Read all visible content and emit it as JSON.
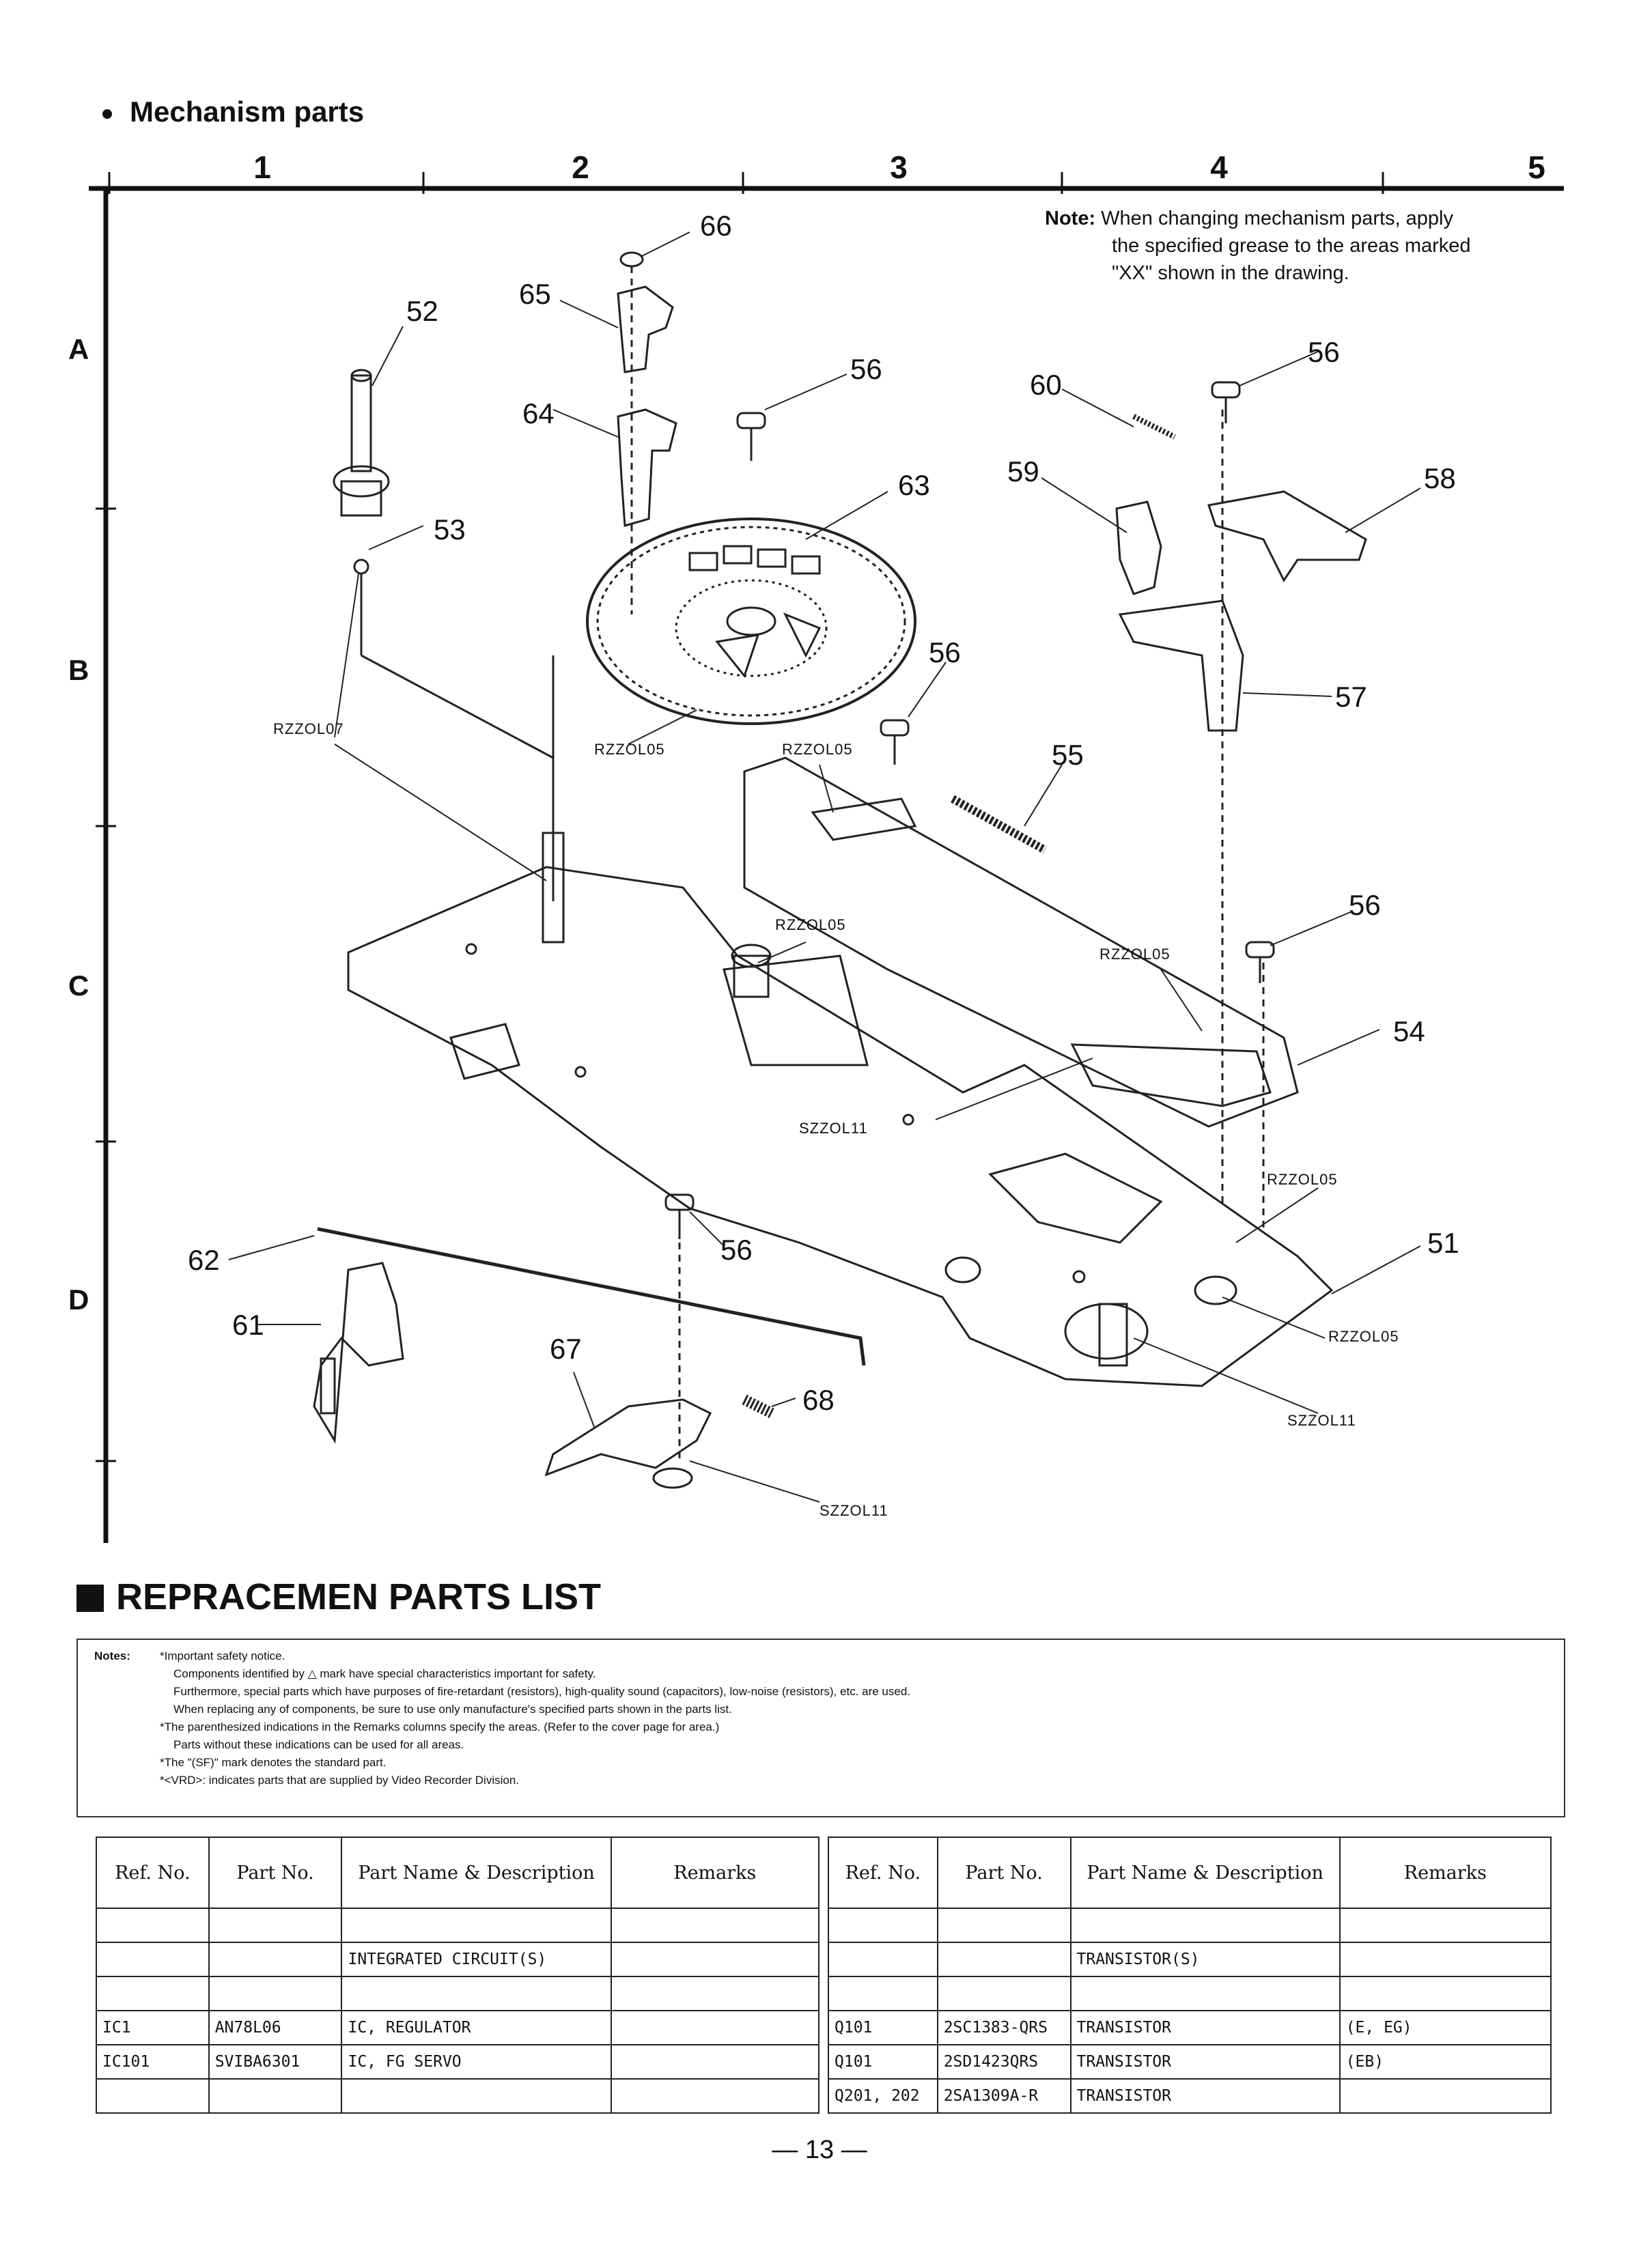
{
  "section_title": "Mechanism parts",
  "grid": {
    "columns": [
      "1",
      "2",
      "3",
      "4",
      "5"
    ],
    "rows": [
      "A",
      "B",
      "C",
      "D"
    ]
  },
  "note": {
    "label": "Note:",
    "lines": [
      "When changing mechanism parts, apply",
      "the specified grease to the areas marked",
      "\"XX\" shown in the drawing."
    ]
  },
  "callouts": {
    "c51": "51",
    "c52": "52",
    "c53": "53",
    "c54": "54",
    "c55": "55",
    "c56a": "56",
    "c56b": "56",
    "c56c": "56",
    "c56d": "56",
    "c56e": "56",
    "c57": "57",
    "c58": "58",
    "c59": "59",
    "c60": "60",
    "c61": "61",
    "c62": "62",
    "c63": "63",
    "c64": "64",
    "c65": "65",
    "c66": "66",
    "c67": "67",
    "c68": "68"
  },
  "grease_refs": {
    "r1": "RZZOL07",
    "r2": "RZZOL05",
    "r3": "RZZOL05",
    "r4": "RZZOL05",
    "r5": "RZZOL05",
    "r6": "RZZOL05",
    "r7": "RZZOL05",
    "s1": "SZZOL11",
    "s2": "SZZOL11",
    "s3": "SZZOL11"
  },
  "parts_list_title": "REPRACEMEN PARTS LIST",
  "notes_box": {
    "label": "Notes:",
    "lines": [
      "*Important safety notice.",
      "Components identified by △ mark have special characteristics important for safety.",
      "Furthermore, special parts which have purposes of fire-retardant (resistors), high-quality sound (capacitors), low-noise (resistors), etc. are used.",
      "When replacing any of components, be sure to use only manufacture's specified parts shown in the parts list.",
      "*The parenthesized indications in the Remarks columns specify the areas. (Refer to the cover page for area.)",
      "Parts without these indications can be used for all areas.",
      "*The \"(SF)\" mark denotes the standard part.",
      "*<VRD>: indicates parts that are supplied by Video Recorder Division."
    ]
  },
  "table_headers": [
    "Ref. No.",
    "Part No.",
    "Part Name & Description",
    "Remarks"
  ],
  "left_table": [
    [
      "",
      "",
      "",
      ""
    ],
    [
      "",
      "",
      "INTEGRATED CIRCUIT(S)",
      ""
    ],
    [
      "",
      "",
      "",
      ""
    ],
    [
      "IC1",
      "AN78L06",
      "IC, REGULATOR",
      ""
    ],
    [
      "IC101",
      "SVIBA6301",
      "IC, FG SERVO",
      ""
    ],
    [
      "",
      "",
      "",
      ""
    ]
  ],
  "right_table": [
    [
      "",
      "",
      "",
      ""
    ],
    [
      "",
      "",
      "TRANSISTOR(S)",
      ""
    ],
    [
      "",
      "",
      "",
      ""
    ],
    [
      "Q101",
      "2SC1383-QRS",
      "TRANSISTOR",
      "(E, EG)"
    ],
    [
      "Q101",
      "2SD1423QRS",
      "TRANSISTOR",
      "(EB)"
    ],
    [
      "Q201, 202",
      "2SA1309A-R",
      "TRANSISTOR",
      ""
    ]
  ],
  "page_number": "— 13 —"
}
